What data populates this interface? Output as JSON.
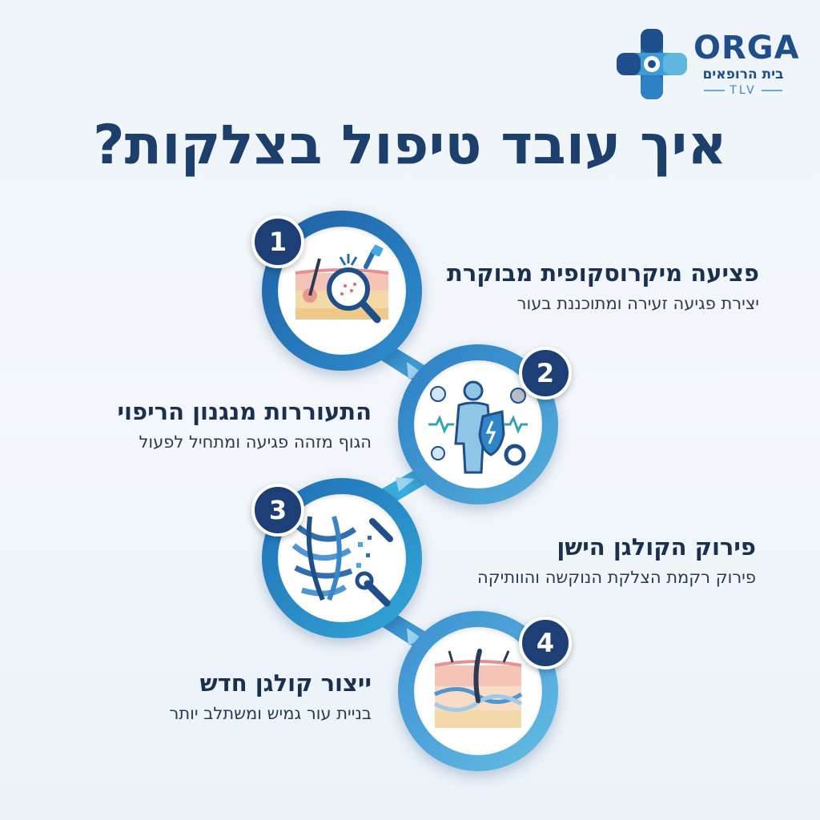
{
  "brand": {
    "name": "ORGA",
    "hebrew": "בית הרופאים",
    "city": "TLV",
    "colors": {
      "navy": "#1d3f76",
      "blue": "#2f8fcf",
      "teal": "#56b0dc"
    }
  },
  "title": "איך עובד טיפול בצלקות?",
  "steps": [
    {
      "number": "1",
      "title": "פציעה מיקרוסקופית מבוקרת",
      "desc": "יצירת פגיעה זעירה ומתוכננת בעור",
      "icon": "skin-magnifier-icon"
    },
    {
      "number": "2",
      "title": "התעוררות מנגנון הריפוי",
      "desc": "הגוף מזהה פגיעה ומתחיל לפעול",
      "icon": "body-shield-icon"
    },
    {
      "number": "3",
      "title": "פירוק הקולגן הישן",
      "desc": "פירוק רקמת הצלקת הנוקשה והוותיקה",
      "icon": "collagen-break-icon"
    },
    {
      "number": "4",
      "title": "ייצור קולגן חדש",
      "desc": "בניית עור גמיש ומשתלב יותר",
      "icon": "skin-layers-icon"
    }
  ]
}
